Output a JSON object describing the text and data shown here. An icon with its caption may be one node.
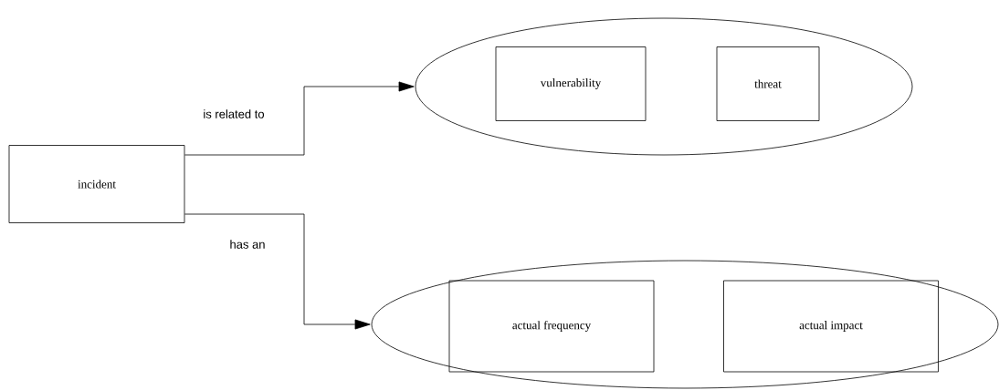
{
  "diagram": {
    "nodes": [
      {
        "text": [
          "incident"
        ]
      },
      {
        "text": [],
        "shape": "ellipse"
      },
      {
        "text": [
          "vulnerability"
        ],
        "in": 1
      },
      {
        "text": [
          "threat"
        ],
        "in": 1
      },
      {
        "text": [],
        "shape": "ellipse"
      },
      {
        "text": [
          "actual frequency"
        ],
        "in": 4
      },
      {
        "text": [
          "actual impact"
        ],
        "in": 4
      }
    ],
    "edges": [
      {
        "from": 0,
        "to": 1,
        "arrow": "to",
        "label": "is related to"
      },
      {
        "from": 0,
        "to": 4,
        "arrow": "to",
        "label": "has an"
      }
    ]
  }
}
